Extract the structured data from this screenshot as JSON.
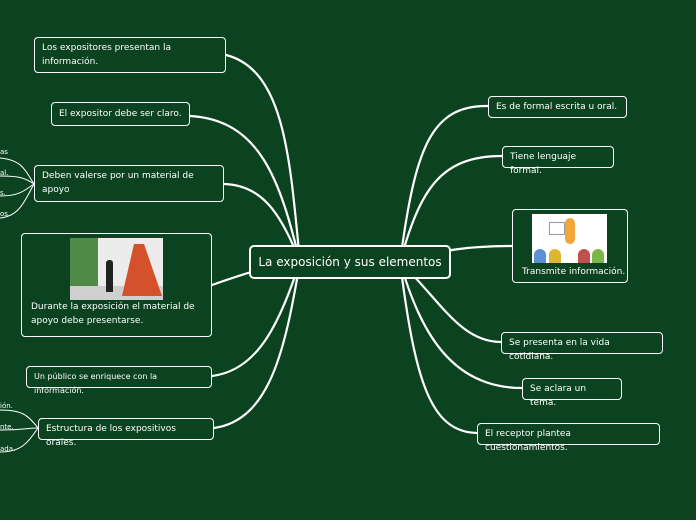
{
  "center": {
    "label": "La exposición y sus elementos"
  },
  "left_nodes": [
    {
      "label": "Los expositores presentan la información."
    },
    {
      "label": "El expositor debe ser claro."
    },
    {
      "label": "Deben valerse por un material de apoyo"
    },
    {
      "label": "Durante la exposición el material de apoyo debe presentarse."
    },
    {
      "label": "Un público se enriquece con la información."
    },
    {
      "label": "Estructura de los expositivos orales."
    }
  ],
  "right_nodes": [
    {
      "label": "Es de formal escrita u oral."
    },
    {
      "label": "Tiene lenguaje formal."
    },
    {
      "label": "Transmite información."
    },
    {
      "label": "Se presenta en la vida cotidiana."
    },
    {
      "label": "Se aclara un tema."
    },
    {
      "label": "El receptor plantea cuestionamientos."
    }
  ],
  "cut_off_texts": [
    "as",
    "al.",
    "s.",
    "os.",
    "ión.",
    "nte.",
    "ada."
  ],
  "colors": {
    "background": "#0b4320",
    "line": "#ffffff"
  },
  "icons": [
    "exhibition-photo",
    "classroom-cartoon"
  ]
}
